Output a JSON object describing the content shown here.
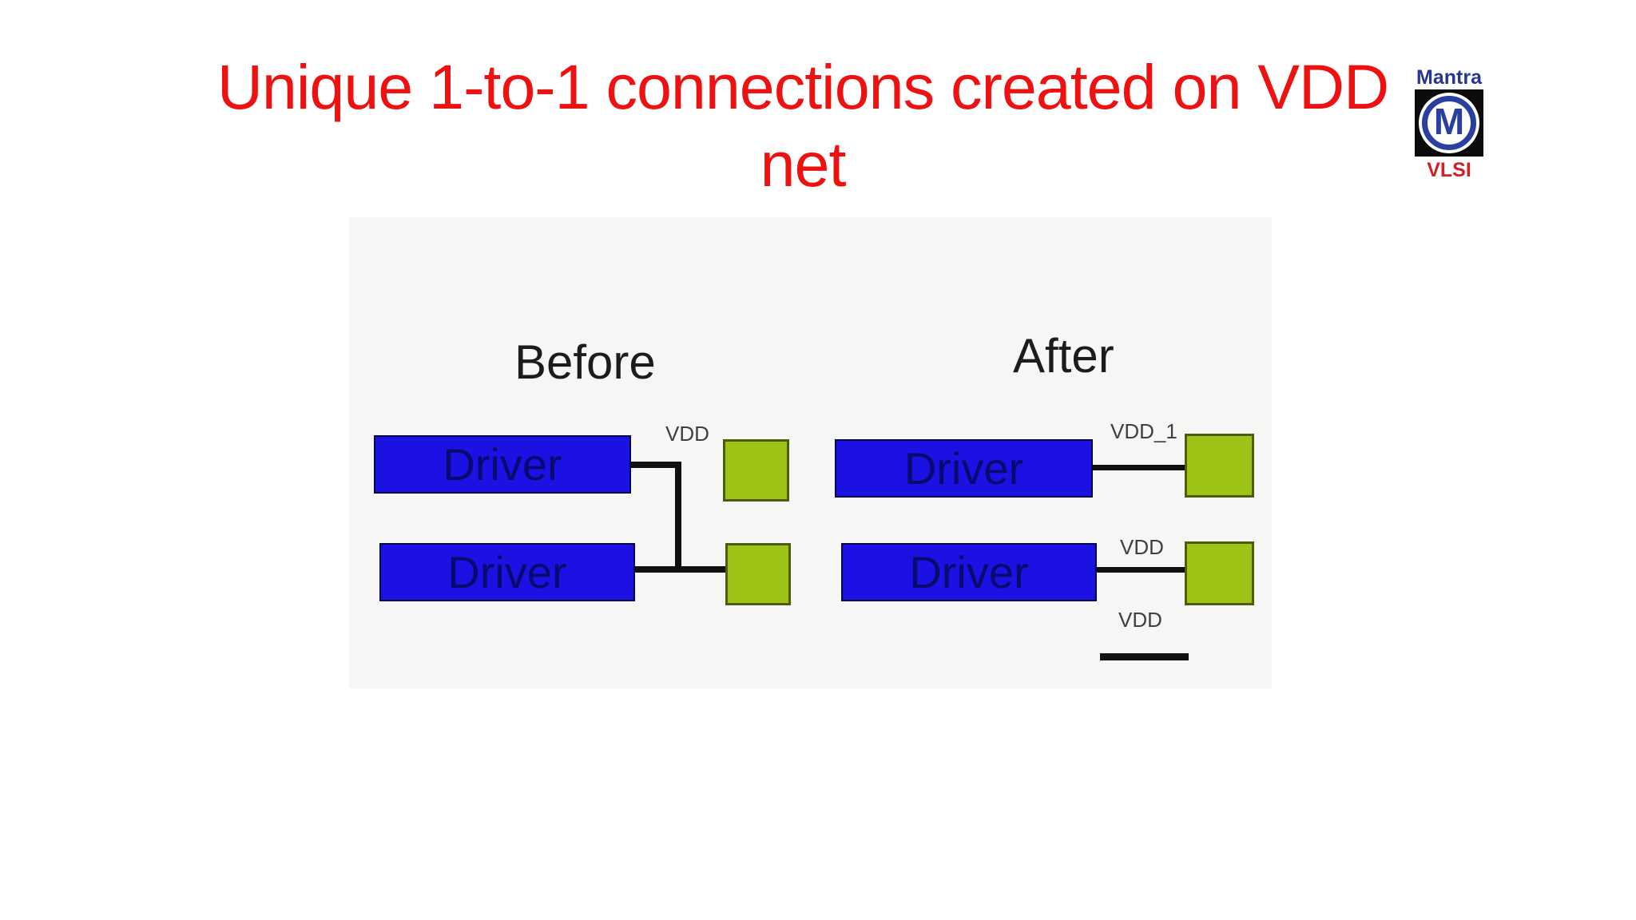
{
  "slide": {
    "title": {
      "line1": "Unique 1-to-1 connections created on VDD",
      "line2": "net",
      "color": "#ee1111"
    }
  },
  "logo": {
    "top_text": "Mantra",
    "monogram": "M",
    "bottom_text": "VLSI",
    "colors": {
      "blue": "#2a3f9e",
      "red": "#cf2228",
      "square": "#0b0b0b"
    }
  },
  "before": {
    "heading": "Before",
    "driver1_label": "Driver",
    "driver2_label": "Driver",
    "net_label": "VDD"
  },
  "after": {
    "heading": "After",
    "driver1_label": "Driver",
    "driver2_label": "Driver",
    "net1_label": "VDD_1",
    "net2_label": "VDD",
    "floating_net_label": "VDD"
  },
  "colors": {
    "driver_fill": "#1c11e3",
    "driver_text": "#0a0a6e",
    "load_fill": "#9dc416",
    "load_border": "#4f5c10",
    "wire": "#111111",
    "net_label": "#404040",
    "heading": "#1c1c1c"
  }
}
